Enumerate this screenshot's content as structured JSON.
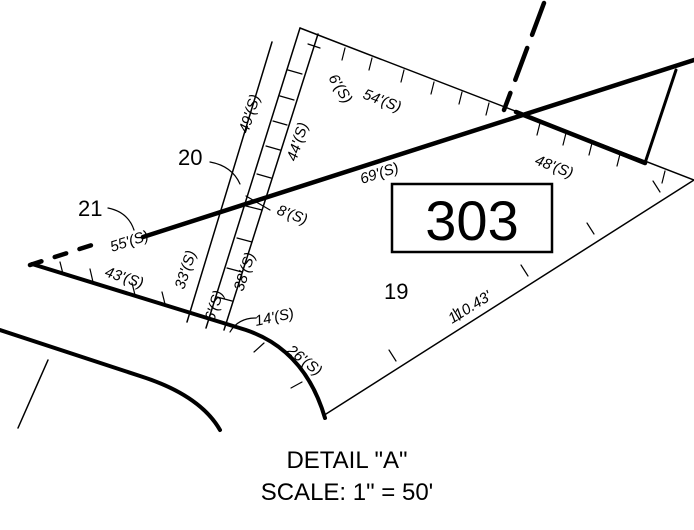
{
  "parcel_number": "303",
  "lot_labels": {
    "lot_19": "19",
    "lot_20": "20",
    "lot_21": "21"
  },
  "dimensions": {
    "d_49s": "49'(S)",
    "d_6s_top": "6'(S)",
    "d_54s": "54'(S)",
    "d_44s": "44'(S)",
    "d_69s": "69'(S)",
    "d_48s": "48'(S)",
    "d_8s": "8'(S)",
    "d_55s": "55'(S)",
    "d_33s": "33'(S)",
    "d_38s": "38'(S)",
    "d_43s": "43'(S)",
    "d_6s_bottom": "6'(S)",
    "d_14s": "14'(S)",
    "d_26s": "26'(S)",
    "d_11043": "110.43'"
  },
  "caption": {
    "title": "DETAIL \"A\"",
    "scale": "SCALE: 1\" = 50'"
  }
}
